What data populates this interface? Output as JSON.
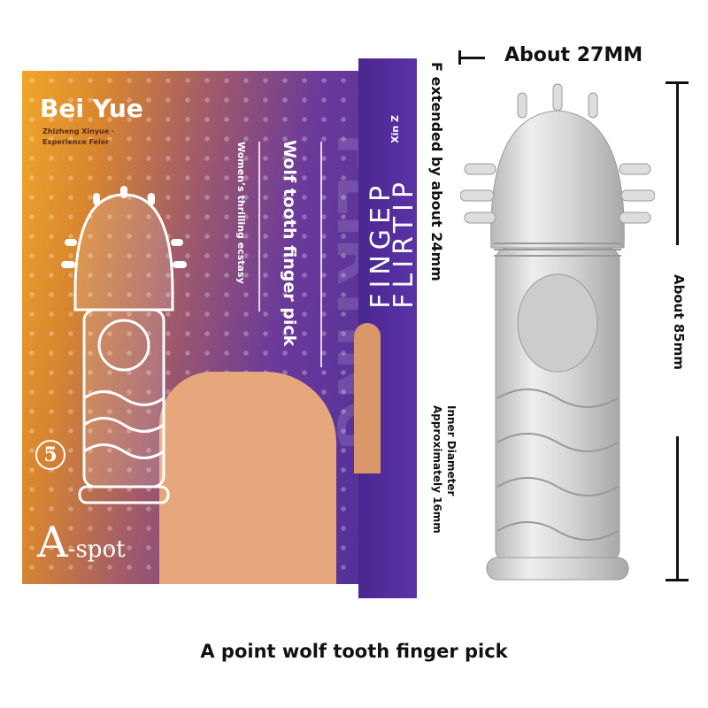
{
  "box": {
    "brand": "Bei Yue",
    "brand_sub": [
      "Zhizheng Xinyue ·",
      "Experience Feier"
    ],
    "watermark": "FLIRTING",
    "title": "Wolf tooth finger pick",
    "subtitle": "Women’s thrilling ecstasy",
    "number": "5",
    "spot_letter": "A",
    "spot_word": "-spot",
    "side_brand": "Xin Z",
    "side_text": [
      "FINGEP",
      "FLIRTIP"
    ]
  },
  "dimensions": {
    "width": "About 27MM",
    "extended": "F extended by about 24mm",
    "length": "About 85mm",
    "inner_line1": "Inner Diameter",
    "inner_line2": "Approximately 16mm"
  },
  "caption": "A point wolf tooth finger pick",
  "colors": {
    "box_orange": "#f0a62a",
    "box_purple": "#52309a",
    "skin": "#e7a77c"
  }
}
